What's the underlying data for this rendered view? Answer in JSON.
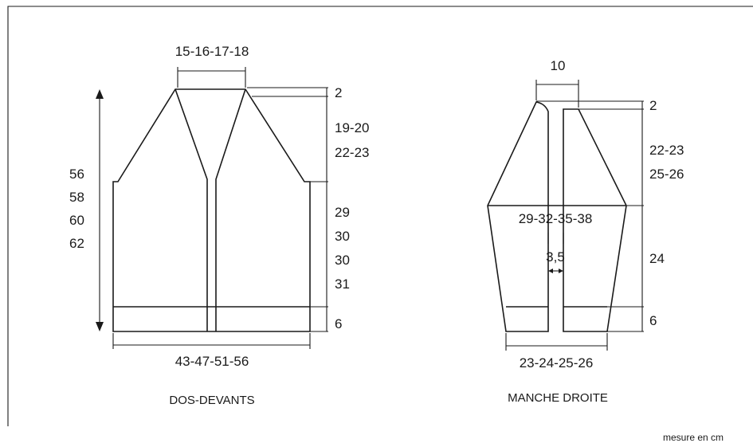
{
  "back_front": {
    "caption": "DOS-DEVANTS",
    "neck_width": "15-16-17-18",
    "shoulder_depth": "2",
    "raglan_depth": [
      "19-20",
      "22-23"
    ],
    "total_length": [
      "56",
      "58",
      "60",
      "62"
    ],
    "body_length": [
      "29",
      "30",
      "30",
      "31"
    ],
    "rib_depth": "6",
    "bottom_width": "43-47-51-56"
  },
  "sleeve": {
    "caption": "MANCHE DROITE",
    "top_width": "10",
    "shoulder_depth": "2",
    "raglan_depth": [
      "22-23",
      "25-26"
    ],
    "upper_width": "29-32-35-38",
    "gap_width": "3,5",
    "sleeve_length": "24",
    "cuff_depth": "6",
    "cuff_width": "23-24-25-26"
  },
  "units_note": "mesure en cm"
}
